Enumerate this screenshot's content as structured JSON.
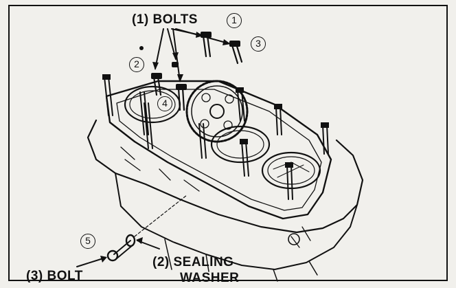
{
  "callouts": {
    "bolts_1": "(1) BOLTS",
    "sealing_washer_line1": "(2) SEALING",
    "sealing_washer_line2": "WASHER",
    "bolt_3": "(3) BOLT"
  },
  "sequence_numbers": [
    "1",
    "2",
    "3",
    "4",
    "5"
  ],
  "colors": {
    "ink": "#111111",
    "paper": "#f1f0ec"
  }
}
